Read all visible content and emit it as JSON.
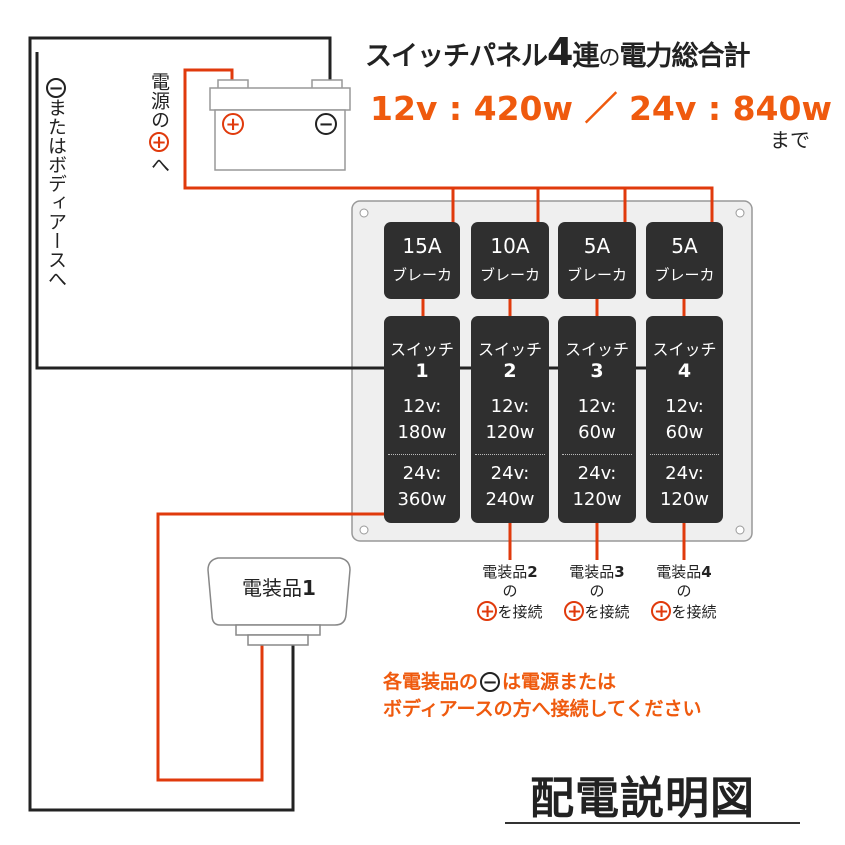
{
  "header": {
    "title_a": "スイッチパネル",
    "title_num": "4",
    "title_b": "連",
    "title_c": "の",
    "title_d": "電力総合計",
    "spec": "12v : 420w ／ 24v : 840w",
    "made": "まで"
  },
  "left_label": {
    "neg_symbol": "−",
    "text": "またはボディアースへ"
  },
  "battery_label": {
    "pre": "電源の",
    "pos_symbol": "+",
    "post": "へ"
  },
  "battery": {
    "pos_symbol": "+",
    "neg_symbol": "−"
  },
  "breakers": [
    {
      "amp": "15A",
      "label": "ブレーカ"
    },
    {
      "amp": "10A",
      "label": "ブレーカ"
    },
    {
      "amp": "5A",
      "label": "ブレーカ"
    },
    {
      "amp": "5A",
      "label": "ブレーカ"
    }
  ],
  "switches": [
    {
      "label": "スイッチ",
      "num": "1",
      "v12": "12v:",
      "w12": "180w",
      "v24": "24v:",
      "w24": "360w"
    },
    {
      "label": "スイッチ",
      "num": "2",
      "v12": "12v:",
      "w12": "120w",
      "v24": "24v:",
      "w24": "240w"
    },
    {
      "label": "スイッチ",
      "num": "3",
      "v12": "12v:",
      "w12": "60w",
      "v24": "24v:",
      "w24": "120w"
    },
    {
      "label": "スイッチ",
      "num": "4",
      "v12": "12v:",
      "w12": "60w",
      "v24": "24v:",
      "w24": "120w"
    }
  ],
  "devices": [
    {
      "name": "電装品",
      "num": "2",
      "of": "の",
      "pos_symbol": "+",
      "connect": "を接続"
    },
    {
      "name": "電装品",
      "num": "3",
      "of": "の",
      "pos_symbol": "+",
      "connect": "を接続"
    },
    {
      "name": "電装品",
      "num": "4",
      "of": "の",
      "pos_symbol": "+",
      "connect": "を接続"
    }
  ],
  "device1": {
    "name": "電装品",
    "num": "1"
  },
  "note": {
    "line1_a": "各電装品の",
    "neg_symbol": "−",
    "line1_b": "は電源または",
    "line2": "ボディアースの方へ接続してください"
  },
  "diagram_title": "配電説明図",
  "colors": {
    "accent": "#ef5a0e",
    "wire_pos": "#e03a0c",
    "wire_neg": "#222222",
    "cell": "#2f2f2f",
    "panel": "#efefef"
  }
}
